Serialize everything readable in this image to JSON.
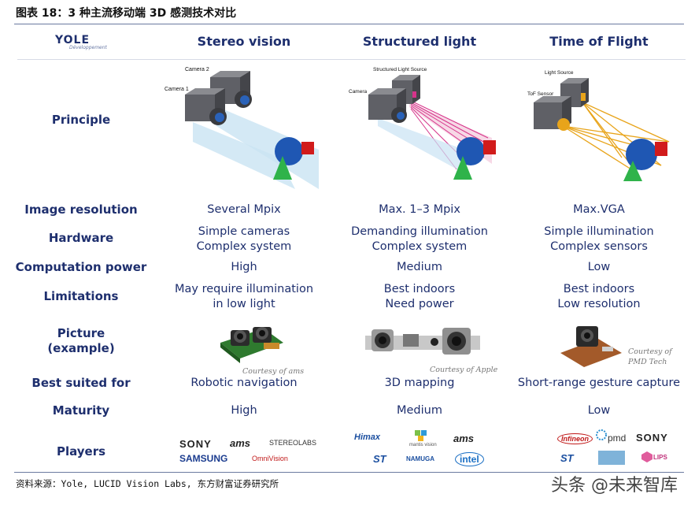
{
  "title": "图表 18：3 种主流移动端 3D 感测技术对比",
  "logo": {
    "name": "YOLE",
    "sub": "Développement"
  },
  "columns": [
    "Stereo vision",
    "Structured light",
    "Time of Flight"
  ],
  "diagram_labels": {
    "stereo": [
      "Camera 2",
      "Camera 1"
    ],
    "structured": [
      "Structured Light Source",
      "Camera"
    ],
    "tof": [
      "Light Source",
      "ToF Sensor"
    ]
  },
  "rows": {
    "principle": {
      "label": "Principle"
    },
    "image_resolution": {
      "label": "Image resolution",
      "values": [
        "Several Mpix",
        "Max. 1–3 Mpix",
        "Max.VGA"
      ]
    },
    "hardware": {
      "label": "Hardware",
      "values": [
        [
          "Simple cameras",
          "Complex system"
        ],
        [
          "Demanding illumination",
          "Complex system"
        ],
        [
          "Simple illumination",
          "Complex sensors"
        ]
      ]
    },
    "computation": {
      "label": "Computation power",
      "values": [
        "High",
        "Medium",
        "Low"
      ]
    },
    "limitations": {
      "label": "Limitations",
      "values": [
        [
          "May require illumination",
          "in low light"
        ],
        [
          "Best indoors",
          "Need power"
        ],
        [
          "Best indoors",
          "Low resolution"
        ]
      ]
    },
    "picture": {
      "label": [
        "Picture",
        "(example)"
      ],
      "courtesy": [
        "Courtesy of ams",
        "Courtesy of Apple",
        [
          "Courtesy of",
          "PMD Tech"
        ]
      ]
    },
    "best_suited": {
      "label": "Best suited for",
      "values": [
        "Robotic navigation",
        "3D mapping",
        "Short-range gesture capture"
      ]
    },
    "maturity": {
      "label": "Maturity",
      "values": [
        "High",
        "Medium",
        "Low"
      ]
    },
    "players": {
      "label": "Players",
      "values": [
        [
          "SONY",
          "ams",
          "STEREOLABS",
          "SAMSUNG",
          "OmniVision"
        ],
        [
          "Himax",
          "mantis vision",
          "ams",
          "ST",
          "NAMUGA",
          "intel"
        ],
        [
          "Infineon",
          "pmd",
          "SONY",
          "ST",
          "LIPS"
        ]
      ]
    }
  },
  "source": "资料来源：Yole, LUCID Vision Labs, 东方财富证券研究所",
  "watermark": "头条 @未来智库"
}
